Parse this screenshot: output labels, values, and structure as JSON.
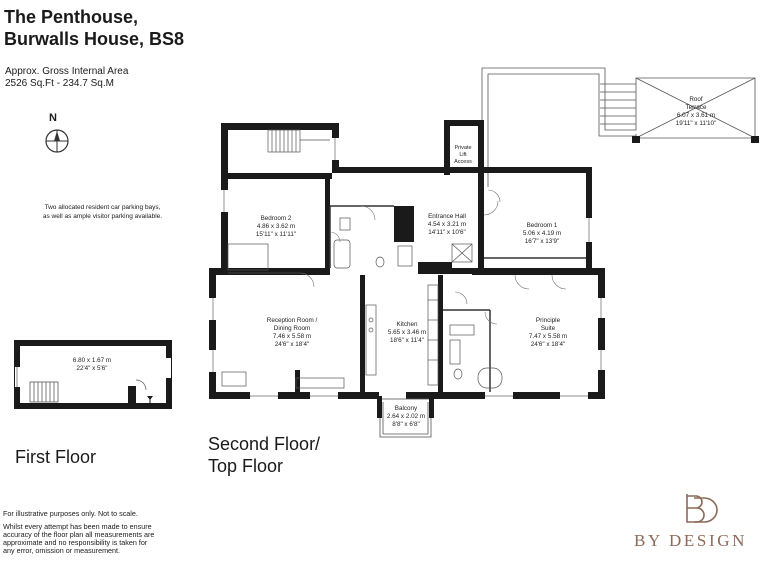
{
  "header": {
    "title_line1": "The Penthouse,",
    "title_line2": "Burwalls House, BS8",
    "area_label": "Approx. Gross Internal Area",
    "area_value": "2526 Sq.Ft - 234.7 Sq.M"
  },
  "compass": {
    "label": "N"
  },
  "parking_note": {
    "line1": "Two allocated resident car parking bays,",
    "line2": "as well as ample visitor parking available."
  },
  "first_floor": {
    "label": "First Floor",
    "room": {
      "dim_m": "6.80 x 1.67 m",
      "dim_ft": "22'4\" x 5'6\""
    }
  },
  "second_floor": {
    "label_line1": "Second Floor/",
    "label_line2": "Top Floor",
    "rooms": [
      {
        "key": "bedroom-2",
        "name": "Bedroom 2",
        "dim_m": "4.86 x 3.62 m",
        "dim_ft": "15'11\" x 11'11\""
      },
      {
        "key": "entrance-hall",
        "name": "Entrance Hall",
        "dim_m": "4.54 x 3.21 m",
        "dim_ft": "14'11\" x 10'6\""
      },
      {
        "key": "bedroom-1",
        "name": "Bedroom 1",
        "dim_m": "5.06 x 4.19 m",
        "dim_ft": "16'7\" x 13'9\""
      },
      {
        "key": "reception",
        "name": "Reception Room /",
        "name2": "Dining Room",
        "dim_m": "7.46 x 5.58 m",
        "dim_ft": "24'6\" x 18'4\""
      },
      {
        "key": "kitchen",
        "name": "Kitchen",
        "dim_m": "5.65 x 3.46 m",
        "dim_ft": "18'6\" x 11'4\""
      },
      {
        "key": "principle-suite",
        "name": "Principle",
        "name2": "Suite",
        "dim_m": "7.47 x 5.58 m",
        "dim_ft": "24'6\" x 18'4\""
      },
      {
        "key": "balcony",
        "name": "Balcony",
        "dim_m": "2.64 x 2.02 m",
        "dim_ft": "8'8\" x 6'8\""
      },
      {
        "key": "roof-terrace",
        "name": "Roof",
        "name2": "Terrace",
        "dim_m": "6.07 x 3.61 m",
        "dim_ft": "19'11\" x 11'10\""
      }
    ],
    "private_lift": {
      "line1": "Private",
      "line2": "Lift",
      "line3": "Access"
    }
  },
  "disclaimer": {
    "line1": "For illustrative purposes only. Not to scale.",
    "line2": "Whilst every attempt has been made to ensure",
    "line3": "accuracy of the floor plan all measurements are",
    "line4": "approximate and no responsibility is taken for",
    "line5": "any error, omission or measurement."
  },
  "brand": {
    "name": "BY DESIGN",
    "color": "#8c6a58"
  },
  "colors": {
    "wall": "#1a1a1a",
    "line": "#333333"
  }
}
